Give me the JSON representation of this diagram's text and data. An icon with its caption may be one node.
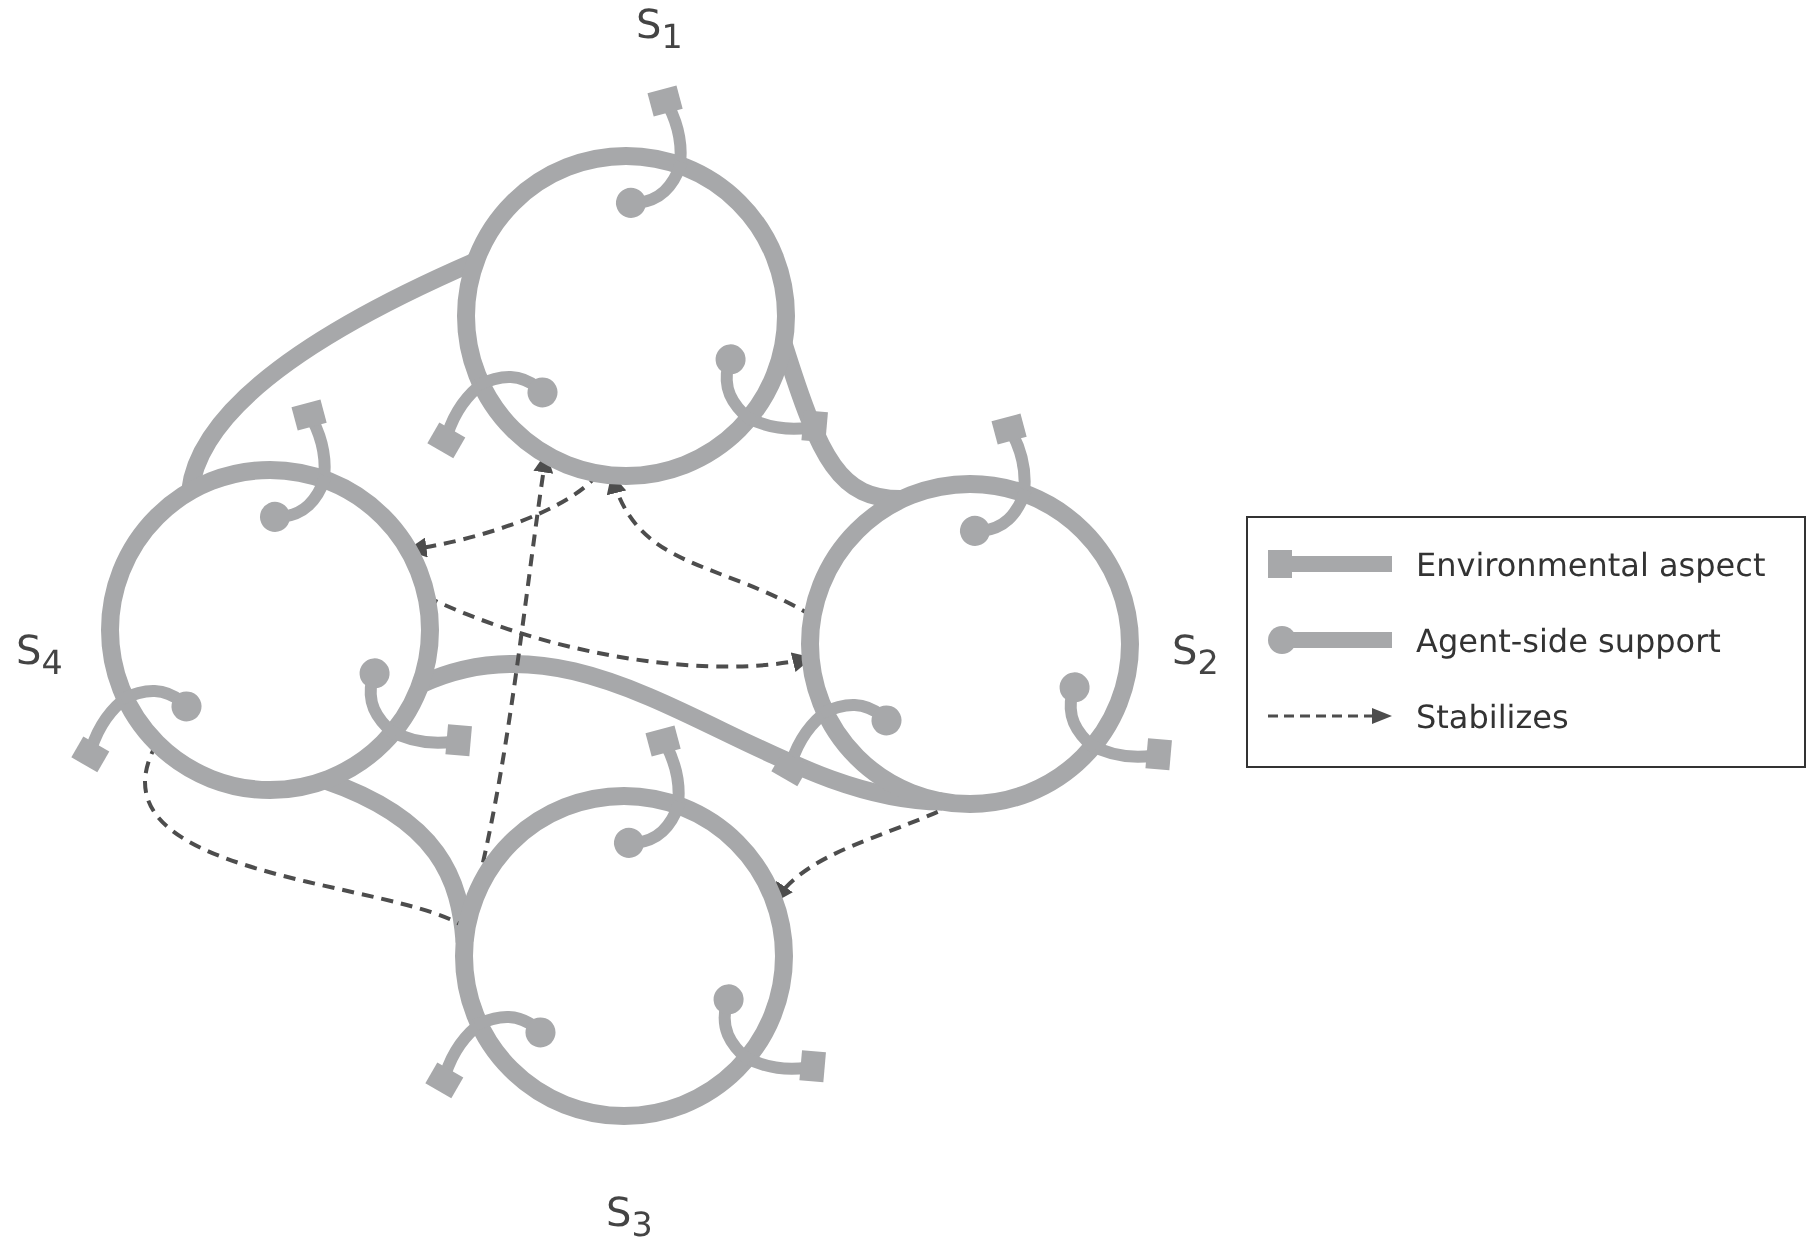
{
  "diagram": {
    "nodes": [
      {
        "text": [],
        "shape": "circle",
        "beside": [
          "S$_{1}$"
        ]
      },
      {
        "text": [],
        "shape": "circle",
        "beside": [
          "S$_{2}$"
        ]
      },
      {
        "text": [],
        "shape": "circle",
        "beside": [
          "S$_{3}$"
        ]
      },
      {
        "text": [],
        "shape": "circle",
        "beside": [
          "S$_{4}$"
        ]
      }
    ],
    "edges": [
      {
        "from": 1,
        "to": 0,
        "arrow": "to",
        "style": "dashed"
      },
      {
        "from": 2,
        "to": 0,
        "arrow": "to",
        "style": "dashed"
      },
      {
        "from": 0,
        "to": 3,
        "arrow": "to",
        "style": "dashed"
      },
      {
        "from": 3,
        "to": 1,
        "arrow": "to",
        "style": "dashed"
      },
      {
        "from": 3,
        "to": 2,
        "arrow": "none",
        "style": "dashed"
      },
      {
        "from": 1,
        "to": 2,
        "arrow": "to",
        "style": "dashed"
      },
      {
        "from": 0,
        "to": 3,
        "arrow": "none",
        "style": "thick",
        "color": "#a7a8aa"
      },
      {
        "from": 0,
        "to": 1,
        "arrow": "none",
        "style": "thick",
        "color": "#a7a8aa"
      },
      {
        "from": 3,
        "to": 1,
        "arrow": "none",
        "style": "thick",
        "color": "#a7a8aa"
      },
      {
        "from": 3,
        "to": 2,
        "arrow": "none",
        "style": "thick",
        "color": "#a7a8aa"
      }
    ],
    "legend": [
      {
        "text": "Environmental aspect"
      },
      {
        "text": "Agent-side support"
      },
      {
        "text": "Stabilizes"
      }
    ]
  }
}
